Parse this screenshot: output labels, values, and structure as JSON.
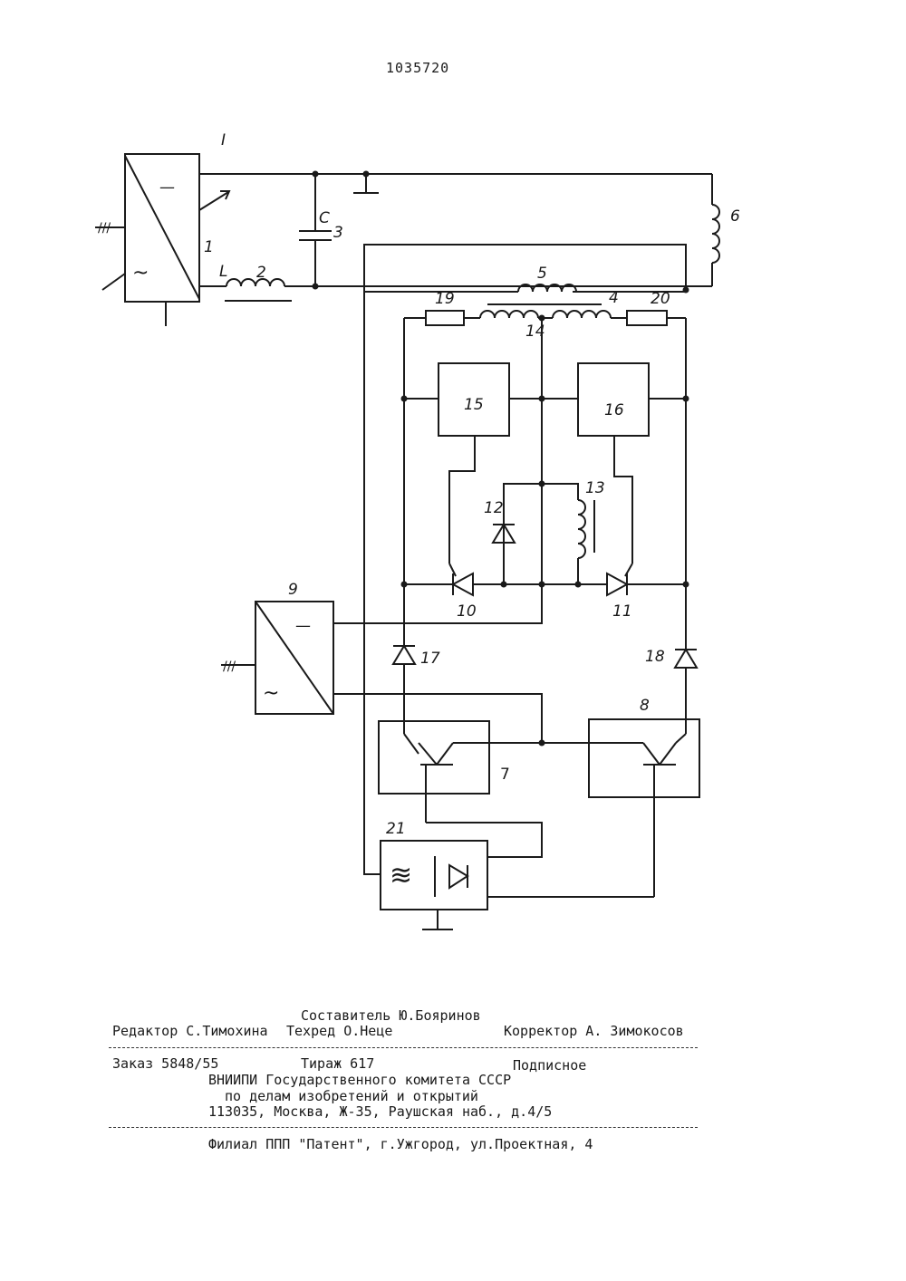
{
  "patent_number": "1035720",
  "labels": {
    "i": "I",
    "n1": "1",
    "n2": "2",
    "L": "L",
    "C": "C",
    "n3": "3",
    "n4": "4",
    "n5": "5",
    "n6": "6",
    "n7": "7",
    "n8": "8",
    "n9": "9",
    "n10": "10",
    "n11": "11",
    "n12": "12",
    "n13": "13",
    "n14": "14",
    "n15": "15",
    "n16": "16",
    "n17": "17",
    "n18": "18",
    "n19": "19",
    "n20": "20",
    "n21": "21",
    "minus": "—",
    "ac": "~",
    "three_phase": "///",
    "filter": "≋"
  },
  "colophon": {
    "compiler": "Составитель Ю.Бояринов",
    "editor": "Редактор С.Тимохина",
    "techred": "Техред О.Неце",
    "corrector": "Корректор А. Зимокосов",
    "order": "Заказ 5848/55",
    "circulation": "Тираж 617",
    "subscription": "Подписное",
    "org_line1": "ВНИИПИ Государственного комитета СССР",
    "org_line2": "по делам изобретений и открытий",
    "org_line3": "113035, Москва, Ж-35, Раушская наб., д.4/5",
    "branch": "Филиал ППП \"Патент\", г.Ужгород, ул.Проектная, 4"
  }
}
